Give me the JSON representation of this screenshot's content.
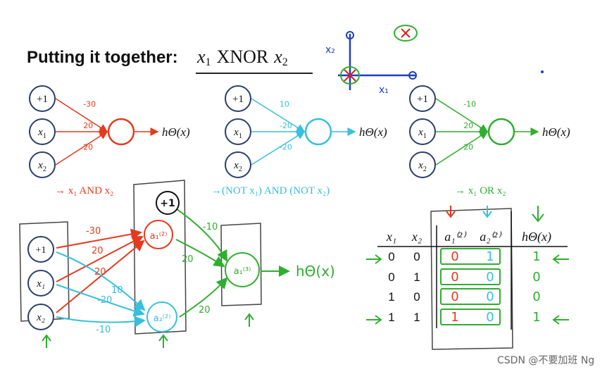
{
  "title": {
    "prefix": "Putting it together:",
    "var1": "x",
    "var1_sub": "1",
    "operator": "XNOR",
    "var2": "x",
    "var2_sub": "2"
  },
  "plot_sketch": {
    "axis_x_label": "x₁",
    "axis_y_label": "x₂",
    "colors": {
      "axis": "#1f3fbf",
      "circle": "#2fae2f",
      "cross": "#e02020"
    }
  },
  "networks": [
    {
      "id": "and",
      "color": "#e53a1e",
      "inputs": [
        "+1",
        "x",
        "x"
      ],
      "input_subs": [
        "",
        "1",
        "2"
      ],
      "weights": [
        "-30",
        "20",
        "20"
      ],
      "output_label": "hΘ(x)",
      "caption": "→ x₁ AND x₂"
    },
    {
      "id": "nor",
      "color": "#36c0dc",
      "inputs": [
        "+1",
        "x",
        "x"
      ],
      "input_subs": [
        "",
        "1",
        "2"
      ],
      "weights": [
        "10",
        "-20",
        "-20"
      ],
      "output_label": "hΘ(x)",
      "caption": "→(NOT x₁) AND (NOT x₂)"
    },
    {
      "id": "or",
      "color": "#2fae2f",
      "inputs": [
        "+1",
        "x",
        "x"
      ],
      "input_subs": [
        "",
        "1",
        "2"
      ],
      "weights": [
        "-10",
        "20",
        "20"
      ],
      "output_label": "hΘ(x)",
      "caption": "→ x₁ OR x₂"
    }
  ],
  "combined_network": {
    "inputs": [
      "+1",
      "x₁",
      "x₂"
    ],
    "bias2": "+1",
    "hidden": [
      "a₁⁽²⁾",
      "a₂⁽²⁾"
    ],
    "output_node": "a₁⁽³⁾",
    "output_label": "hΘ(x)",
    "red_weights": [
      "-30",
      "20",
      "20"
    ],
    "cyan_weights": [
      "10",
      "-20",
      "-10"
    ],
    "green_weights": [
      "-10",
      "20",
      "20"
    ],
    "colors": {
      "red": "#e53a1e",
      "cyan": "#36c0dc",
      "green": "#2fae2f",
      "node": "#2c3e6b"
    }
  },
  "truth_table": {
    "headers": [
      "x₁",
      "x₂",
      "a₁⁽²⁾",
      "a₂⁽²⁾",
      "hΘ(x)"
    ],
    "rows": [
      [
        "0",
        "0",
        "0",
        "1",
        "1"
      ],
      [
        "0",
        "1",
        "0",
        "0",
        "0"
      ],
      [
        "1",
        "0",
        "0",
        "0",
        "0"
      ],
      [
        "1",
        "1",
        "1",
        "0",
        "1"
      ]
    ]
  },
  "watermark": "CSDN @不要加班 Ng"
}
